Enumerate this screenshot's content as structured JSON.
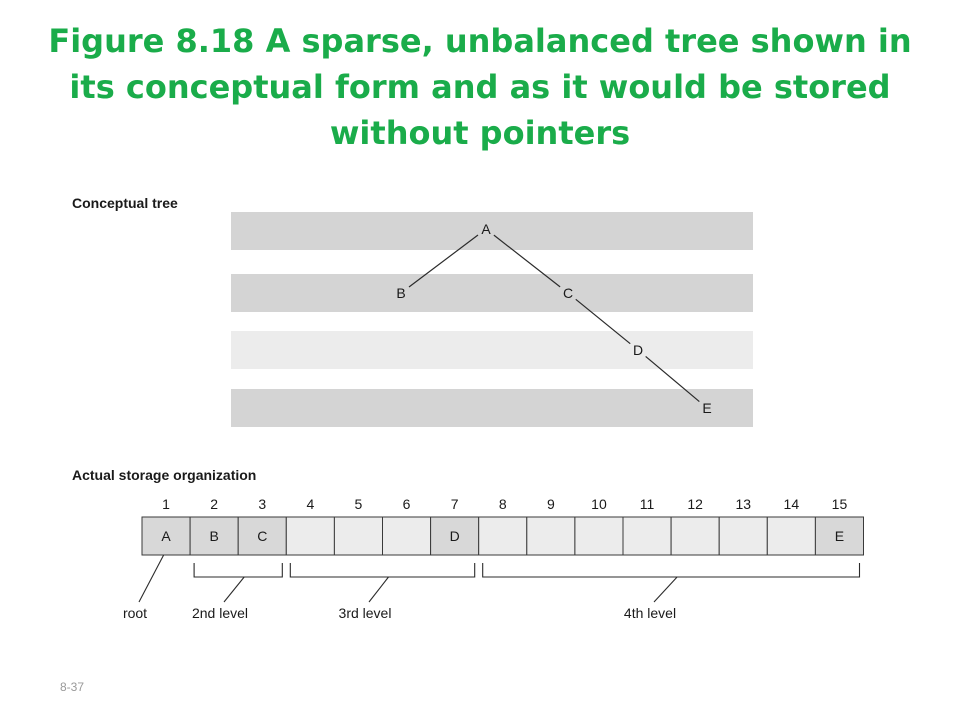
{
  "title": "Figure 8.18  A sparse, unbalanced tree shown in its conceptual form and as it would be stored without pointers",
  "conceptual_label": "Conceptual tree",
  "storage_label": "Actual storage organization",
  "slide_number": "8-37",
  "colors": {
    "title": "#1aac4a",
    "band_dark": "#d4d4d4",
    "band_light": "#ececec",
    "cell_filled": "#d8d8d8",
    "cell_empty": "#ececec"
  },
  "tree": {
    "nodes": [
      {
        "id": "A",
        "label": "A",
        "level": 1
      },
      {
        "id": "B",
        "label": "B",
        "level": 2
      },
      {
        "id": "C",
        "label": "C",
        "level": 2
      },
      {
        "id": "D",
        "label": "D",
        "level": 3
      },
      {
        "id": "E",
        "label": "E",
        "level": 4
      }
    ],
    "edges": [
      [
        "A",
        "B"
      ],
      [
        "A",
        "C"
      ],
      [
        "C",
        "D"
      ],
      [
        "D",
        "E"
      ]
    ]
  },
  "storage": {
    "indices": [
      "1",
      "2",
      "3",
      "4",
      "5",
      "6",
      "7",
      "8",
      "9",
      "10",
      "11",
      "12",
      "13",
      "14",
      "15"
    ],
    "cells": [
      "A",
      "B",
      "C",
      "",
      "",
      "",
      "D",
      "",
      "",
      "",
      "",
      "",
      "",
      "",
      "E"
    ]
  },
  "groups": [
    {
      "label": "root",
      "from": 1,
      "to": 1
    },
    {
      "label": "2nd level",
      "from": 2,
      "to": 3
    },
    {
      "label": "3rd level",
      "from": 4,
      "to": 7
    },
    {
      "label": "4th level",
      "from": 8,
      "to": 15
    }
  ]
}
